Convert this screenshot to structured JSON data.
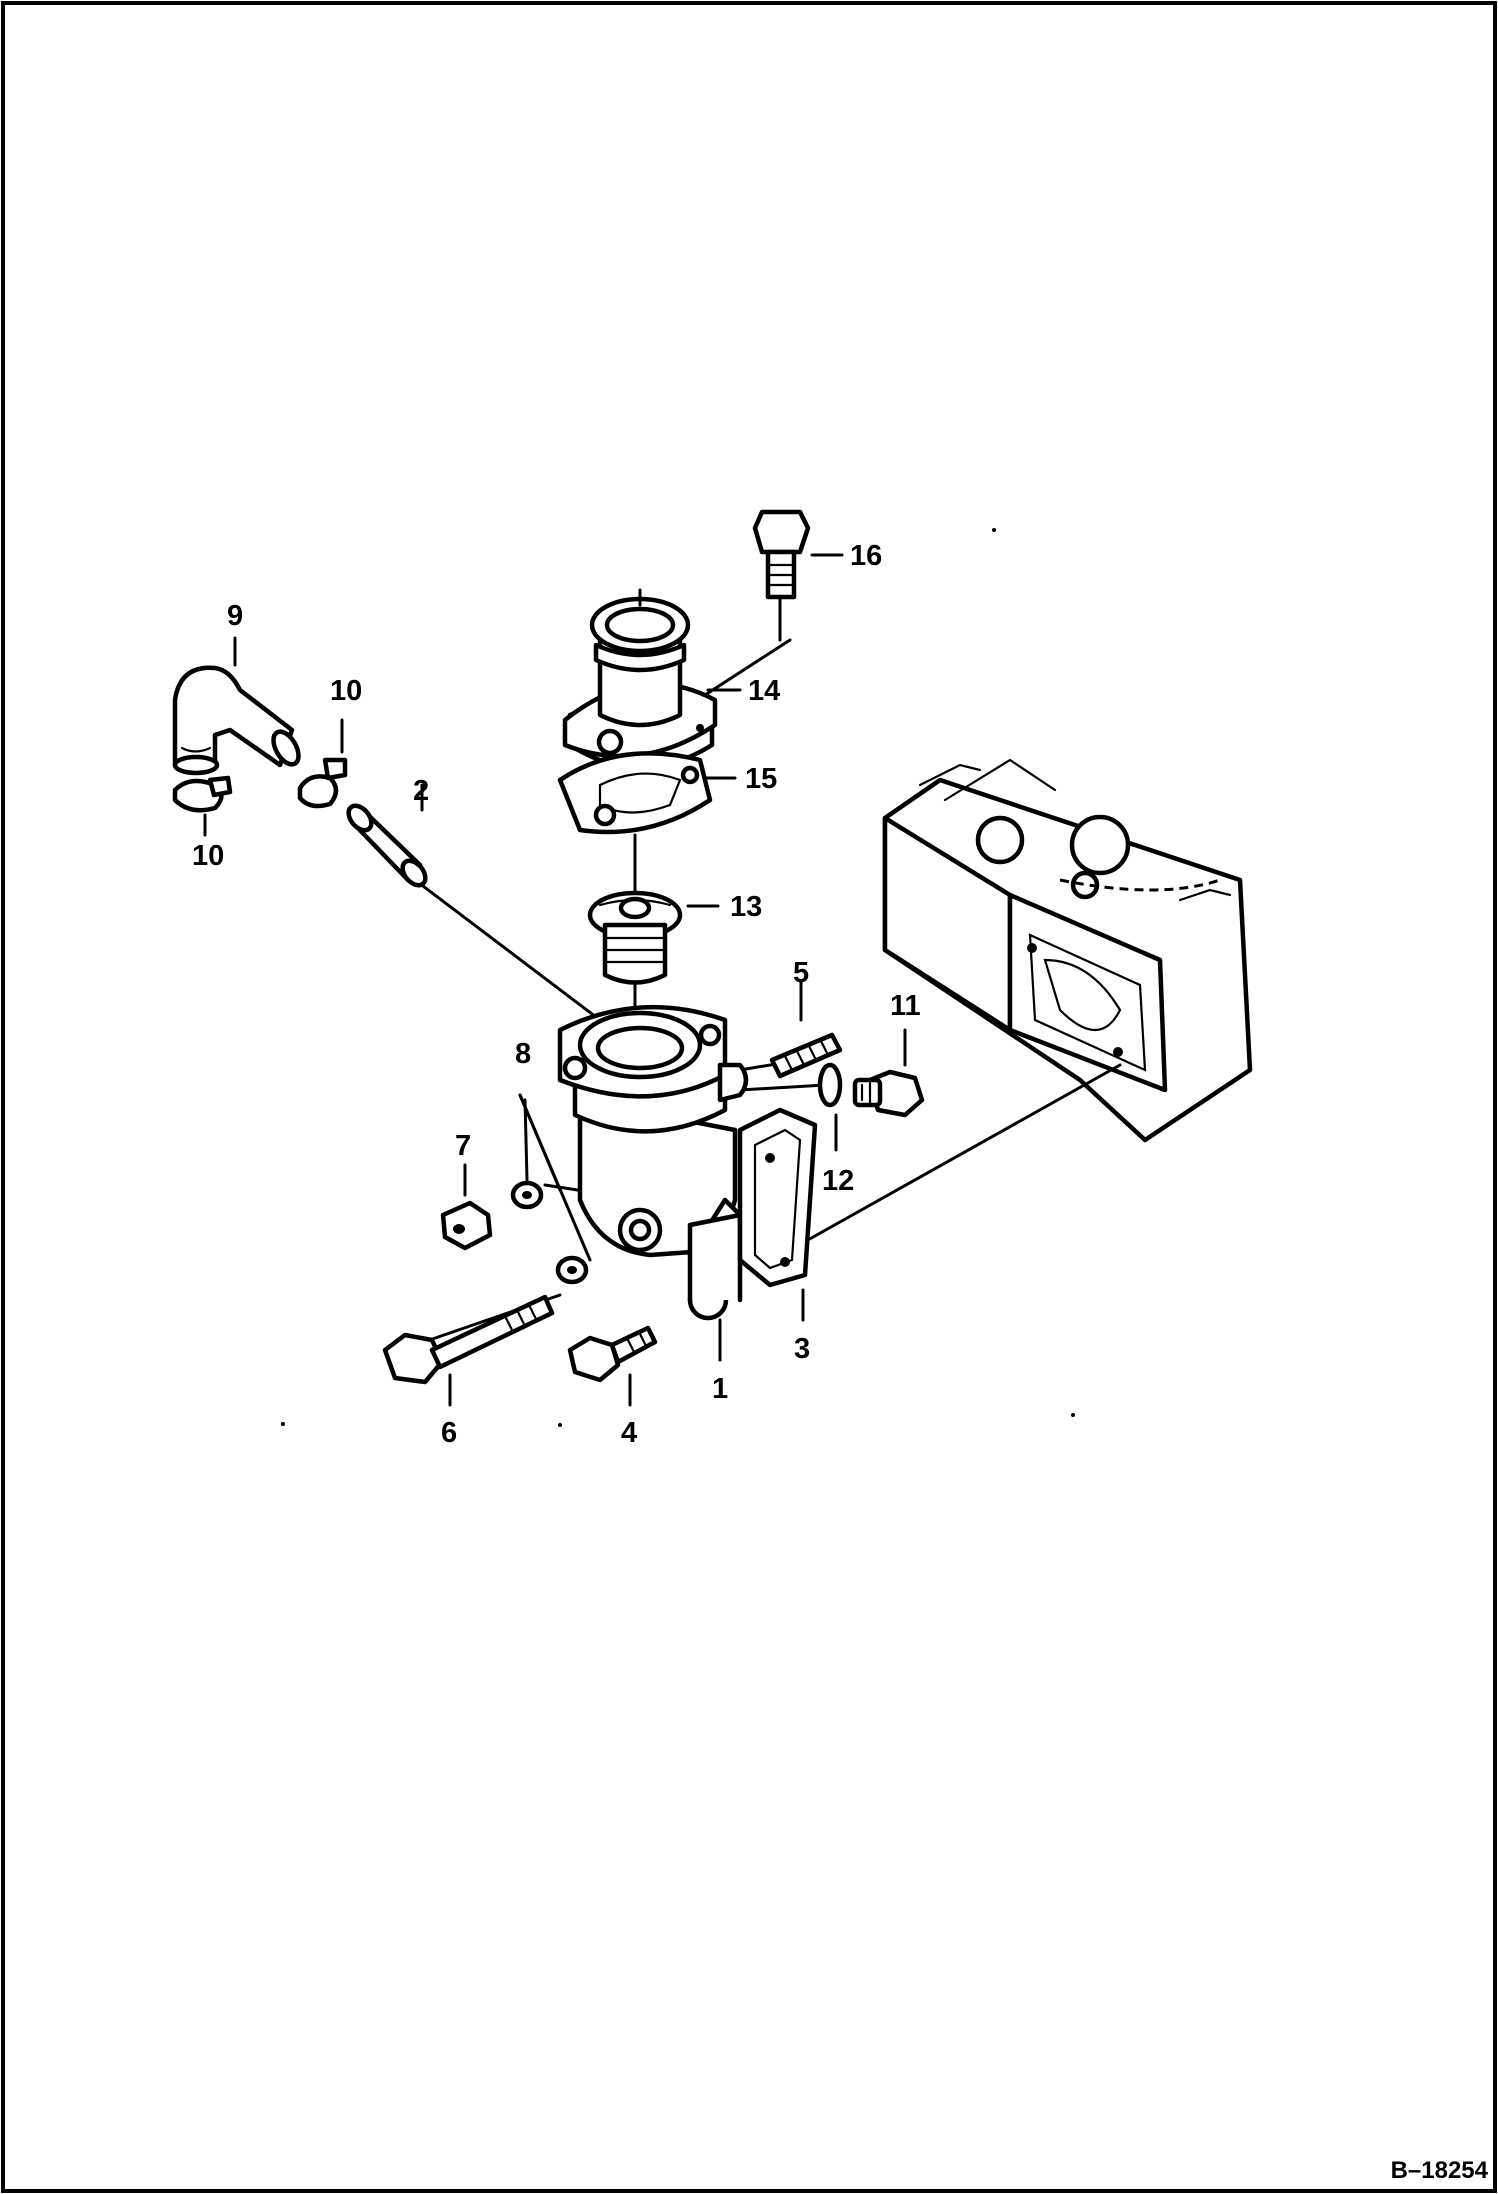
{
  "figure_id": "B–18254",
  "callouts": {
    "c1": "1",
    "c2": "2",
    "c3": "3",
    "c4": "4",
    "c5": "5",
    "c6": "6",
    "c7": "7",
    "c8": "8",
    "c9": "9",
    "c10a": "10",
    "c10b": "10",
    "c11": "11",
    "c12": "12",
    "c13": "13",
    "c14": "14",
    "c15": "15",
    "c16": "16"
  }
}
